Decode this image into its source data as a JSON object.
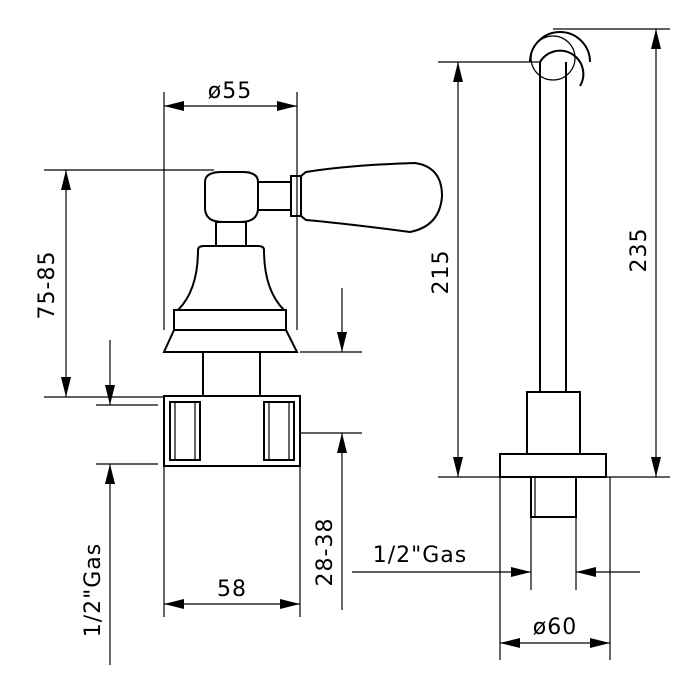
{
  "dimensions": {
    "handle_diameter": "ø55",
    "height_range": "75-85",
    "wall_range": "28-38",
    "body_width": "58",
    "left_thread": "1/2\"Gas",
    "spout_height_inner": "215",
    "spout_height_total": "235",
    "right_thread": "1/2\"Gas",
    "flange_diameter": "ø60"
  }
}
